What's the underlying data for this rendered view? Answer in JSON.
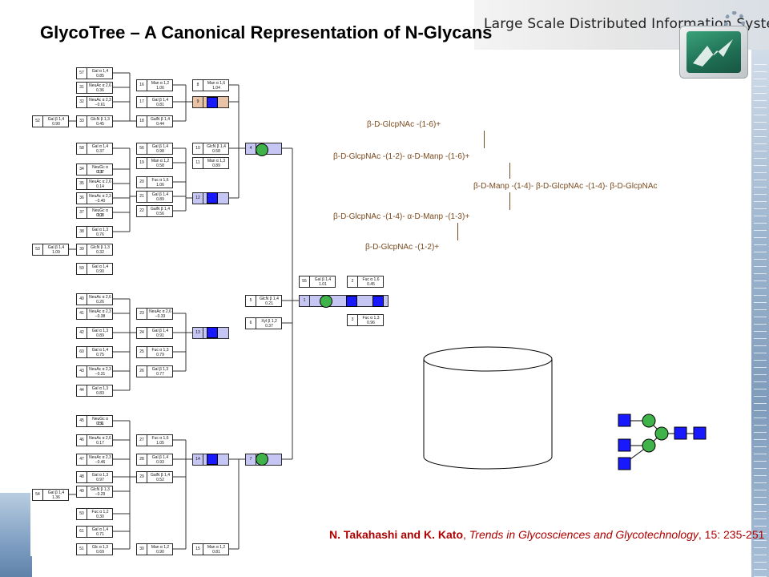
{
  "header": {
    "banner_text": "Large Scale Distributed Information Systems",
    "title": "GlycoTree – A Canonical Representation of N-Glycans"
  },
  "structure": {
    "line1": "β-D-GlcpNAc -(1-6)+",
    "line2": "β-D-GlcpNAc -(1-2)- α-D-Manp -(1-6)+",
    "line3": "β-D-Manp -(1-4)- β-D-GlcpNAc -(1-4)- β-D-GlcpNAc",
    "line4": "β-D-GlcpNAc -(1-4)- α-D-Manp -(1-3)+",
    "line5": "β-D-GlcpNAc -(1-2)+"
  },
  "citation": {
    "authors": "N. Takahashi and K. Kato",
    "journal": "Trends in Glycosciences and Glycotechnology",
    "details": ", 15: 235-251",
    "sep": ", "
  },
  "tree_nodes": [
    {
      "num": "57",
      "label": "Gal α 1,4",
      "value": "0.85"
    },
    {
      "num": "31",
      "label": "NeuAc α 2,6",
      "value": "0.36"
    },
    {
      "num": "32",
      "label": "NeuAc α 2,3",
      "value": "−0.61"
    },
    {
      "num": "33",
      "label": "GlcN β 1,3",
      "value": "0.45"
    },
    {
      "num": "52",
      "label": "Gal β 1,4",
      "value": "0.90"
    },
    {
      "num": "16",
      "label": "Man α 1,2",
      "value": "1.06"
    },
    {
      "num": "17",
      "label": "Gal β 1,4",
      "value": "0.81"
    },
    {
      "num": "18",
      "label": "GalN β 1,4",
      "value": "0.44"
    },
    {
      "num": "8",
      "label": "Man α 1,6",
      "value": "1.04"
    },
    {
      "num": "9",
      "label": "",
      "value": ""
    },
    {
      "num": "58",
      "label": "Gal α 1,4",
      "value": "0.37"
    },
    {
      "num": "34",
      "label": "NeuGc α 2,6",
      "value": "0.37"
    },
    {
      "num": "35",
      "label": "NeuAc α 2,6",
      "value": "0.14"
    },
    {
      "num": "36",
      "label": "NeuAc α 2,3",
      "value": "−0.40"
    },
    {
      "num": "37",
      "label": "NeuGc α 2,3",
      "value": "0.03"
    },
    {
      "num": "38",
      "label": "Gal α 1,3",
      "value": "0.76"
    },
    {
      "num": "56",
      "label": "Gal β 1,4",
      "value": "0.98"
    },
    {
      "num": "19",
      "label": "Man α 1,2",
      "value": "0.58"
    },
    {
      "num": "20",
      "label": "Fuc α 1,6",
      "value": "1.06"
    },
    {
      "num": "21",
      "label": "Gal β 1,4",
      "value": "0.89"
    },
    {
      "num": "22",
      "label": "GalN β 1,4",
      "value": "0.56"
    },
    {
      "num": "10",
      "label": "GlcN β 1,4",
      "value": "0.58"
    },
    {
      "num": "11",
      "label": "Man α 1,3",
      "value": "0.89"
    },
    {
      "num": "12",
      "label": "",
      "value": ""
    },
    {
      "num": "4",
      "label": "",
      "value": ""
    },
    {
      "num": "53",
      "label": "Gal β 1,4",
      "value": "1.09"
    },
    {
      "num": "39",
      "label": "GlcN β 1,3",
      "value": "0.32"
    },
    {
      "num": "59",
      "label": "Gal α 1,4",
      "value": "0.90"
    },
    {
      "num": "40",
      "label": "NeuAc α 2,6",
      "value": "0.26"
    },
    {
      "num": "41",
      "label": "NeuAc α 2,3",
      "value": "−0.38"
    },
    {
      "num": "42",
      "label": "Gal α 1,3",
      "value": "0.89"
    },
    {
      "num": "60",
      "label": "Gal α 1,4",
      "value": "0.75"
    },
    {
      "num": "43",
      "label": "NeuAc α 2,3",
      "value": "−0.31"
    },
    {
      "num": "44",
      "label": "Gal α 1,3",
      "value": "0.83"
    },
    {
      "num": "23",
      "label": "NeuAc α 2,6",
      "value": "−0.33"
    },
    {
      "num": "24",
      "label": "Gal β 1,4",
      "value": "0.91"
    },
    {
      "num": "25",
      "label": "Fuc α 1,3",
      "value": "0.79"
    },
    {
      "num": "26",
      "label": "Gal β 1,3",
      "value": "0.77"
    },
    {
      "num": "13",
      "label": "",
      "value": ""
    },
    {
      "num": "5",
      "label": "GlcN β 1,4",
      "value": "0.21"
    },
    {
      "num": "6",
      "label": "Xyl β 1,2",
      "value": "0.37"
    },
    {
      "num": "55",
      "label": "Gal β 1,4",
      "value": "1.01"
    },
    {
      "num": "1",
      "label": "",
      "value": ""
    },
    {
      "num": "2",
      "label": "Fuc α 1,6",
      "value": "0.45"
    },
    {
      "num": "3",
      "label": "Fuc α 1,3",
      "value": "0.96"
    },
    {
      "num": "45",
      "label": "NeuGc α 2,6",
      "value": "0.51"
    },
    {
      "num": "46",
      "label": "NeuAc α 2,6",
      "value": "0.17"
    },
    {
      "num": "47",
      "label": "NeuAc α 2,3",
      "value": "−0.46"
    },
    {
      "num": "48",
      "label": "Gal α 1,3",
      "value": "0.97"
    },
    {
      "num": "49",
      "label": "GlcN β 1,3",
      "value": "−0.29"
    },
    {
      "num": "50",
      "label": "Fuc α 1,2",
      "value": "0.30"
    },
    {
      "num": "61",
      "label": "Gal α 1,4",
      "value": "0.71"
    },
    {
      "num": "51",
      "label": "Glc α 1,3",
      "value": "0.69"
    },
    {
      "num": "54",
      "label": "Gal β 1,4",
      "value": "1.36"
    },
    {
      "num": "27",
      "label": "Fuc α 1,6",
      "value": "1.05"
    },
    {
      "num": "28",
      "label": "Gal β 1,4",
      "value": "0.93"
    },
    {
      "num": "29",
      "label": "GalN β 1,4",
      "value": "0.52"
    },
    {
      "num": "30",
      "label": "Man α 1,2",
      "value": "0.90"
    },
    {
      "num": "14",
      "label": "",
      "value": ""
    },
    {
      "num": "15",
      "label": "Man α 1,2",
      "value": "0.81"
    },
    {
      "num": "7",
      "label": "",
      "value": ""
    }
  ]
}
